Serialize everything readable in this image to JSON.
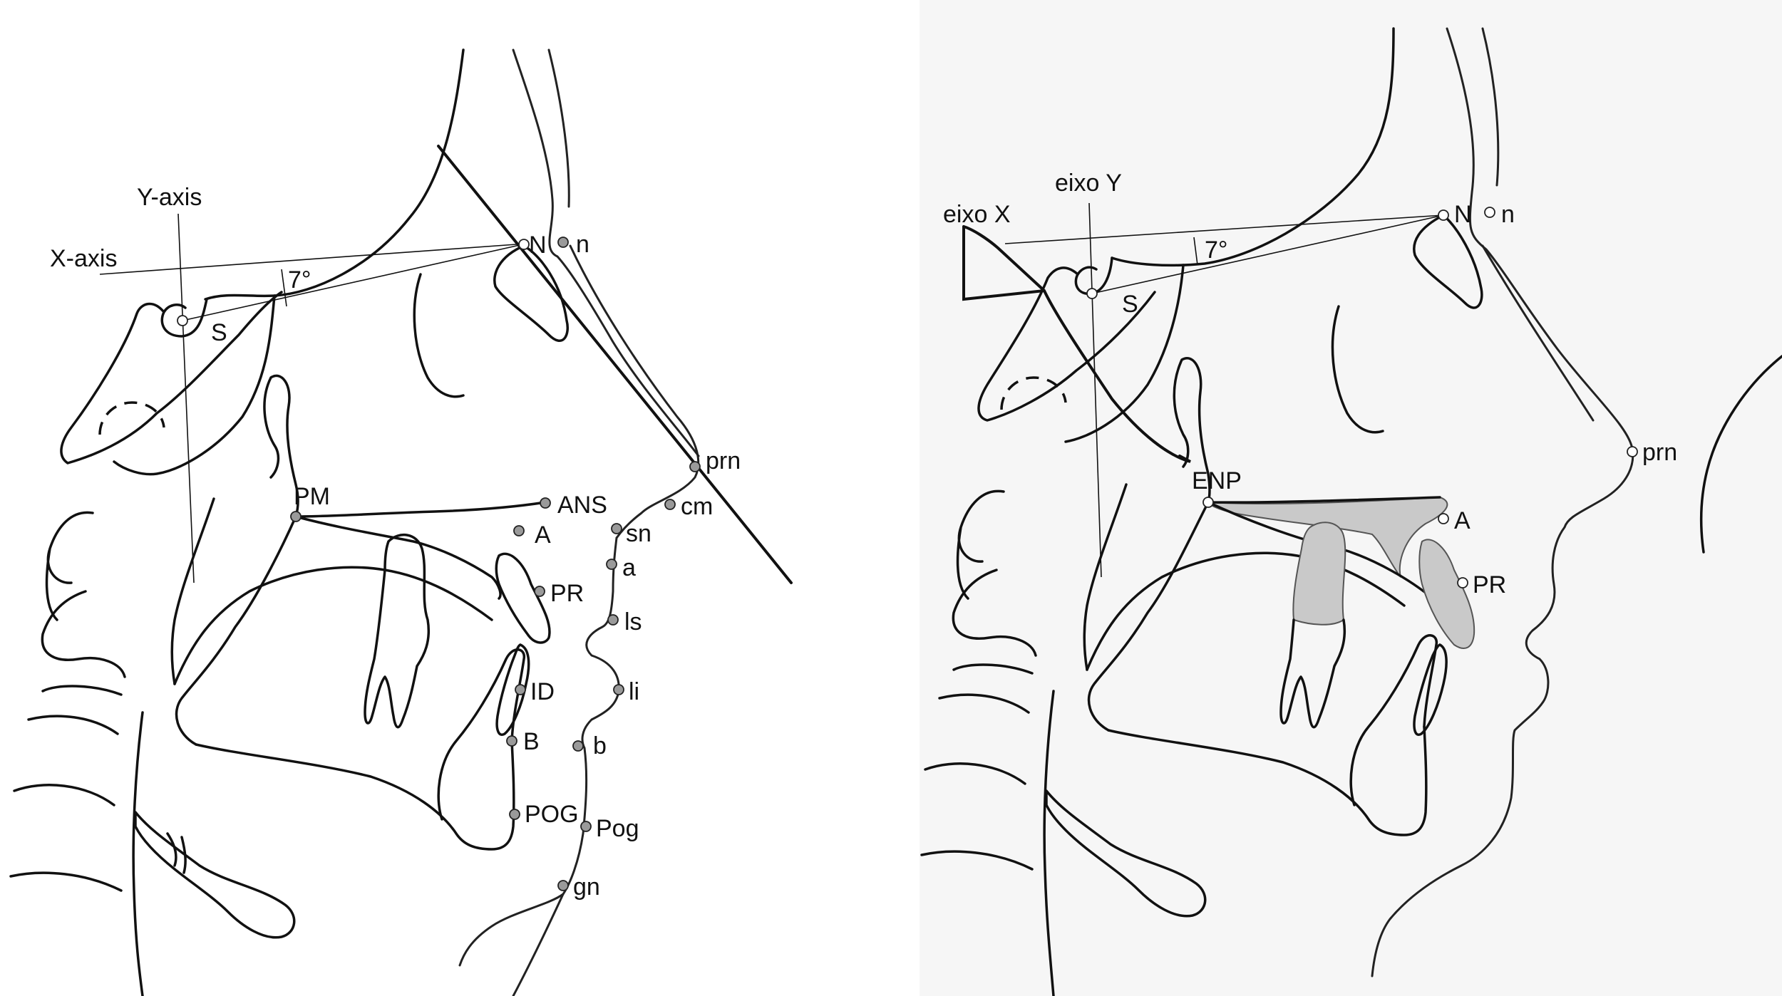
{
  "left_panel": {
    "axis_labels": {
      "y_axis": "Y-axis",
      "x_axis": "X-axis"
    },
    "angle_label": "7°",
    "landmarks": {
      "S": "S",
      "N": "N",
      "n": "n",
      "prn": "prn",
      "cm": "cm",
      "ANS": "ANS",
      "PM": "PM",
      "A": "A",
      "sn": "sn",
      "a": "a",
      "PR": "PR",
      "ls": "ls",
      "ID": "ID",
      "li": "li",
      "B": "B",
      "b": "b",
      "POG": "POG",
      "Pog": "Pog",
      "gn": "gn"
    }
  },
  "right_panel": {
    "axis_labels": {
      "y_axis": "eixo Y",
      "x_axis": "eixo X"
    },
    "angle_label": "7°",
    "landmarks": {
      "S": "S",
      "N": "N",
      "n": "n",
      "prn": "prn",
      "ENP": "ENP",
      "A": "A",
      "PR": "PR"
    }
  },
  "colors": {
    "line": "#111111",
    "landmark_fill": "#9a9a9a",
    "shaded_region": "#c9c9c9"
  }
}
